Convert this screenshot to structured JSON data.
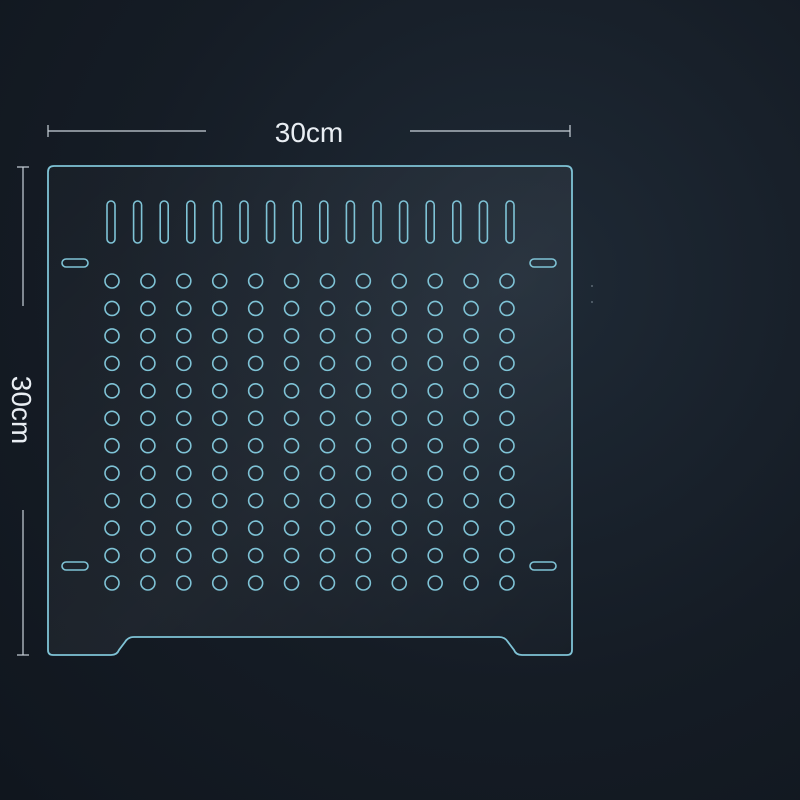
{
  "dimensions": {
    "width_label": "30cm",
    "height_label": "30cm"
  },
  "colors": {
    "background": "#151c25",
    "outline": "#7fc3d6",
    "dimension_line": "#c9d2da",
    "dimension_text": "#e9eef3"
  },
  "panel": {
    "slot_count": 16,
    "hole_rows": 12,
    "hole_columns": 12,
    "side_slot_count": 4
  }
}
